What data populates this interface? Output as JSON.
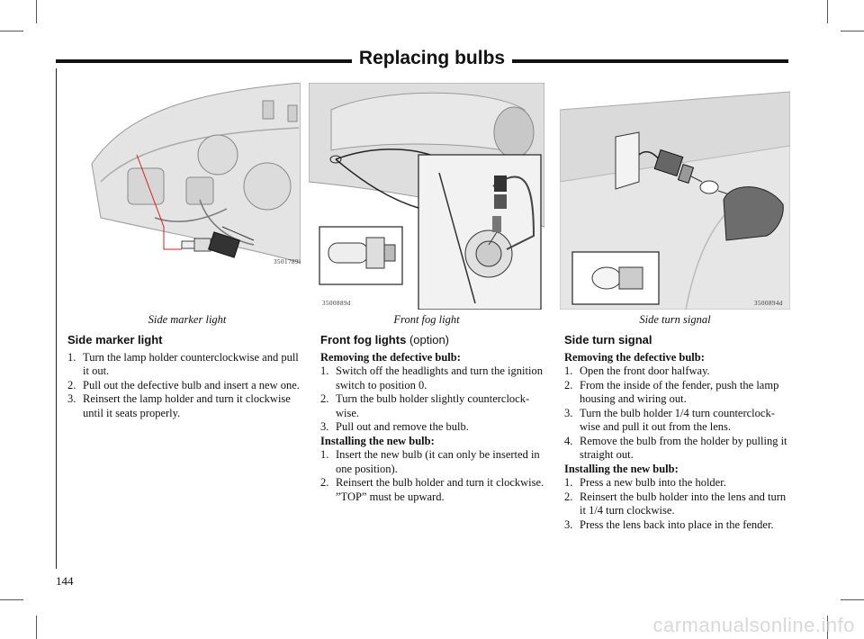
{
  "header": {
    "title": "Replacing bulbs"
  },
  "page_number": "144",
  "watermark": "carmanualsonline.info",
  "illustrations": [
    {
      "ref": "3501789i",
      "caption": "Side marker light"
    },
    {
      "ref": "3500889d",
      "caption": "Front fog light"
    },
    {
      "ref": "3500894d",
      "caption": "Side turn signal"
    }
  ],
  "sections": {
    "side_marker": {
      "title": "Side marker light",
      "steps": [
        {
          "n": "1.",
          "text": "Turn the lamp holder counterclockwise and pull it out."
        },
        {
          "n": "2.",
          "text": "Pull out the defective bulb and insert a new one."
        },
        {
          "n": "3.",
          "text": "Reinsert the lamp holder and turn it clockwise until it seats properly."
        }
      ]
    },
    "front_fog": {
      "title": "Front fog lights",
      "title_note": "(option)",
      "removing_heading": "Removing the defective bulb:",
      "removing": [
        {
          "n": "1.",
          "text": "Switch off the headlights and turn the ignition switch to position 0."
        },
        {
          "n": "2.",
          "text": "Turn the bulb holder slightly counterclock-wise."
        },
        {
          "n": "3.",
          "text": "Pull out and remove the bulb."
        }
      ],
      "installing_heading": "Installing the new bulb:",
      "installing": [
        {
          "n": "1.",
          "text": "Insert the new bulb (it can only be inserted in one position)."
        },
        {
          "n": "2.",
          "text": "Reinsert the bulb holder and turn it clockwise. ”TOP” must be upward."
        }
      ]
    },
    "side_turn": {
      "title": "Side turn signal",
      "removing_heading": "Removing the defective bulb:",
      "removing": [
        {
          "n": "1.",
          "text": "Open the front door halfway."
        },
        {
          "n": "2.",
          "text": "From the inside of the fender, push the lamp housing and wiring out."
        },
        {
          "n": "3.",
          "text": "Turn the bulb holder 1/4 turn counterclock-wise and pull it out from the lens."
        },
        {
          "n": "4.",
          "text": "Remove the bulb from the holder by pulling it straight out."
        }
      ],
      "installing_heading": "Installing the new bulb:",
      "installing": [
        {
          "n": "1.",
          "text": "Press a new bulb into the holder."
        },
        {
          "n": "2.",
          "text": "Reinsert the bulb holder into the lens and turn it 1/4 turn clockwise."
        },
        {
          "n": "3.",
          "text": "Press the lens back into place in the fender."
        }
      ]
    }
  }
}
